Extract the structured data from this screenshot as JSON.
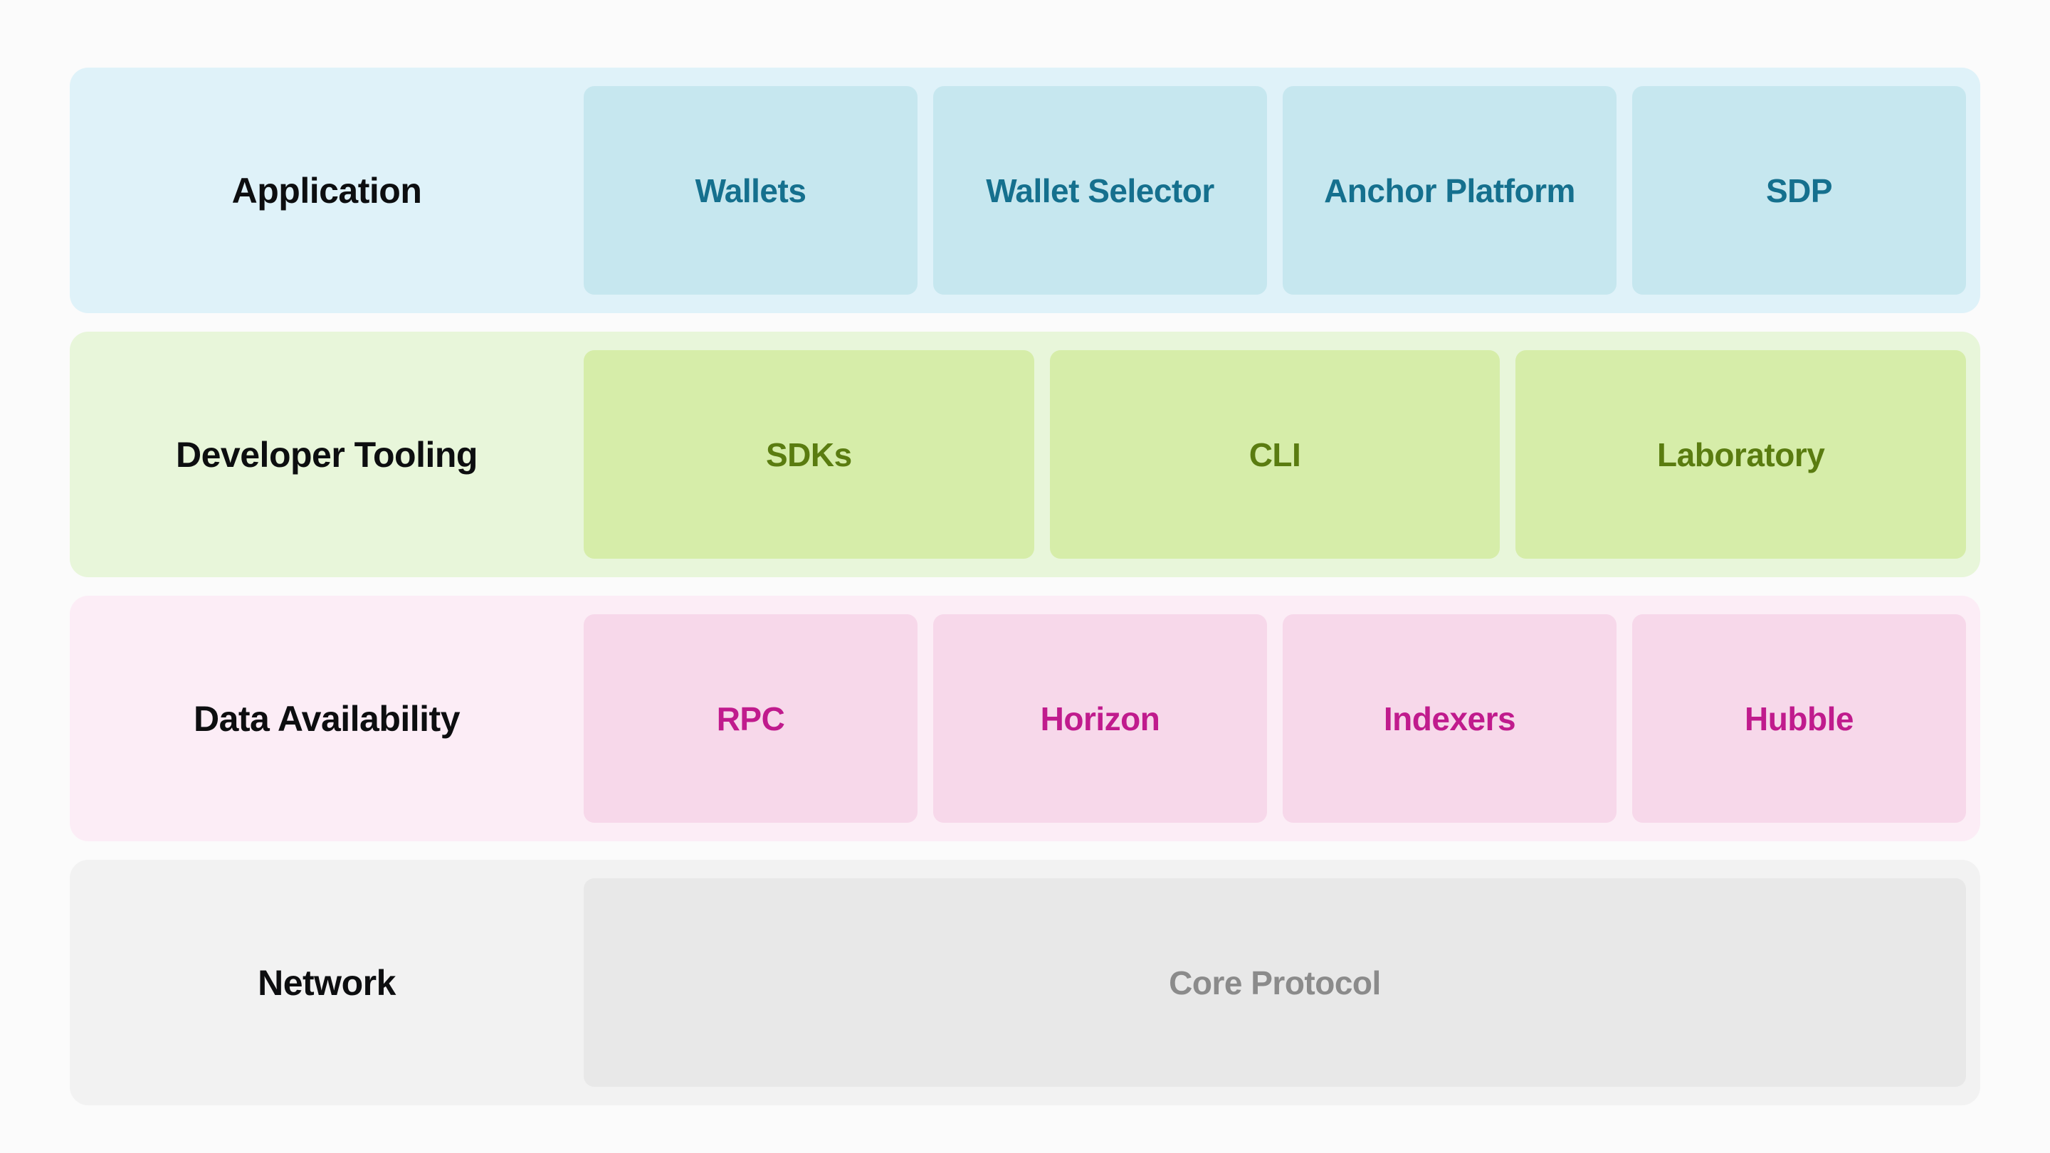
{
  "page": {
    "background_color": "#fbfbfb",
    "label_text_color": "#0d0e10"
  },
  "layers": [
    {
      "label": "Application",
      "band_bg": "#dff2f9",
      "chip_bg": "#c6e7ef",
      "chip_text_color": "#15708e",
      "items": [
        "Wallets",
        "Wallet Selector",
        "Anchor Platform",
        "SDP"
      ]
    },
    {
      "label": "Developer Tooling",
      "band_bg": "#e8f6da",
      "chip_bg": "#d6eda9",
      "chip_text_color": "#5a7c10",
      "items": [
        "SDKs",
        "CLI",
        "Laboratory"
      ]
    },
    {
      "label": "Data Availability",
      "band_bg": "#fcedf6",
      "chip_bg": "#f7d8ea",
      "chip_text_color": "#c01b8d",
      "items": [
        "RPC",
        "Horizon",
        "Indexers",
        "Hubble"
      ]
    },
    {
      "label": "Network",
      "band_bg": "#f2f2f2",
      "chip_bg": "#e8e8e8",
      "chip_text_color": "#8b8b8b",
      "items": [
        "Core Protocol"
      ]
    }
  ]
}
